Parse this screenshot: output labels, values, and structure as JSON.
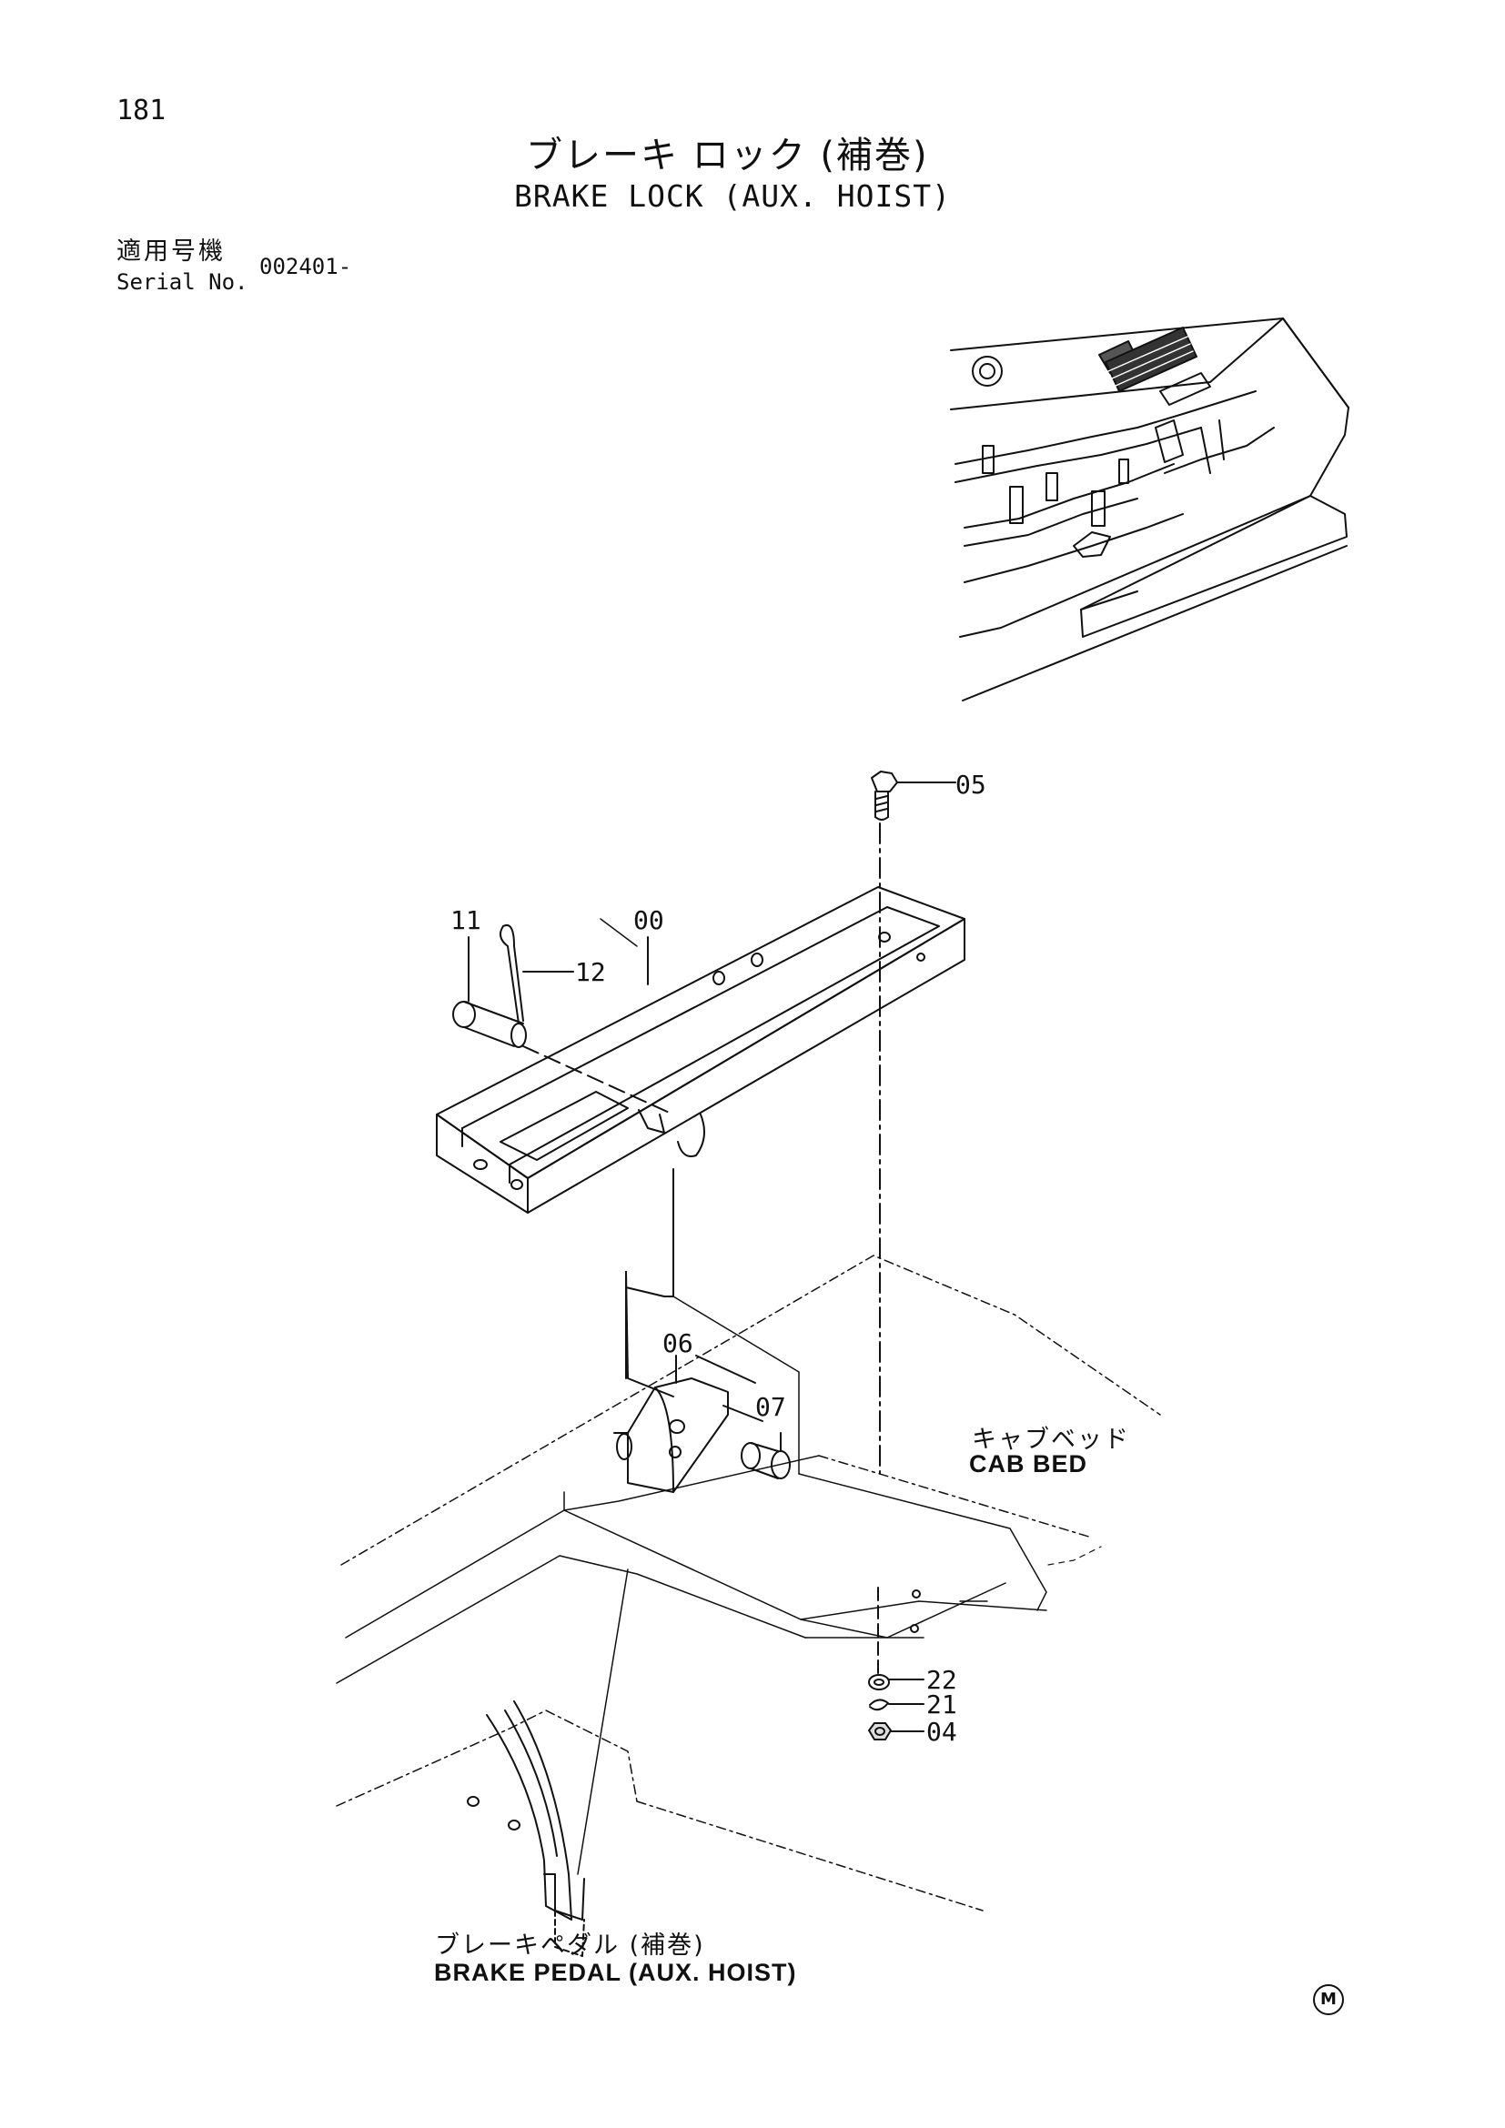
{
  "page": {
    "number": "181"
  },
  "title": {
    "japanese": "ブレーキ ロック (補巻)",
    "english": "BRAKE LOCK (AUX. HOIST)"
  },
  "serial": {
    "label_japanese": "適用号機",
    "label_english": "Serial No.",
    "value": "002401-"
  },
  "callouts": [
    "05",
    "11",
    "00",
    "12",
    "06",
    "07",
    "22",
    "21",
    "04"
  ],
  "labels": {
    "cab_bed": {
      "japanese": "キャブベッド",
      "english": "CAB  BED"
    },
    "brake_pedal": {
      "japanese": "ブレーキペダル (補巻)",
      "english": "BRAKE  PEDAL (AUX.  HOIST)"
    }
  },
  "mark": "M"
}
